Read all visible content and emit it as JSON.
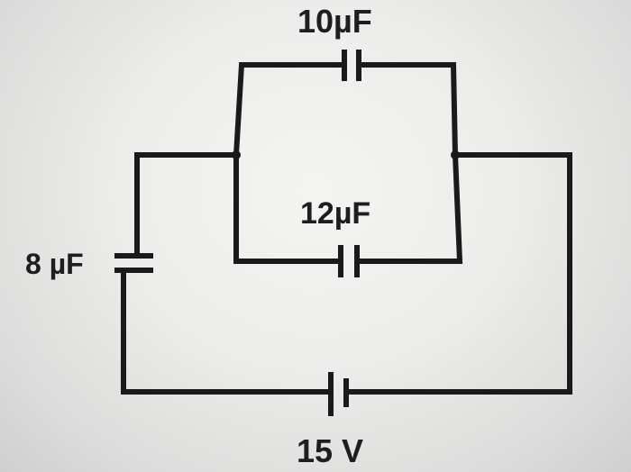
{
  "diagram": {
    "components": {
      "c_top": {
        "label": "10µF"
      },
      "c_mid": {
        "label": "12µF"
      },
      "c_left": {
        "label": "8 µF"
      },
      "battery": {
        "label": "15 V"
      }
    }
  }
}
